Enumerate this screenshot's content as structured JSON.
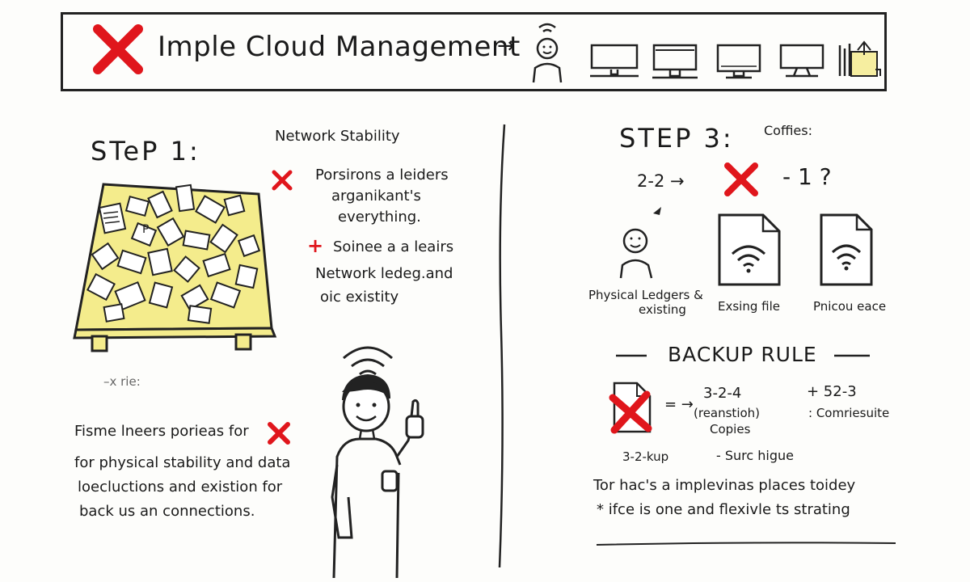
{
  "banner": {
    "title": "Imple Cloud Management",
    "arrow": "→"
  },
  "step1": {
    "heading": "STeP 1:",
    "stability_title": "Network Stability",
    "point1": [
      "Porsirons a leiders",
      "arganikant's",
      "everything."
    ],
    "point2_plus": "+",
    "point2": [
      "Soinee a a leairs",
      "Network ledeg.and",
      "oic existity"
    ],
    "small_note": "–x rie:",
    "bottom_lines": [
      "Fisme lneers porieas for",
      "for physical stability and data",
      "loecluctions and existion for",
      "back us an connections."
    ]
  },
  "step3": {
    "heading": "STEP 3:",
    "coffies": "Coffies:",
    "flow_left": "2-2 →",
    "flow_right": "- 1 ?",
    "label_person": [
      "Physical Ledgers &",
      "existing"
    ],
    "label_file1": "Exsing file",
    "label_file2": "Pnicou eace",
    "backup_title": "BACKUP RULE",
    "rule_arrow": "= →",
    "rule_mid": [
      "3-2-4",
      "(reanstioh)",
      "Copies"
    ],
    "rule_right": [
      "+ 52-3",
      ": Comriesuite"
    ],
    "sub_left": "3-2-kup",
    "sub_right": "- Surc higue",
    "bottom_lines": [
      "Tor hac's a implevinas places toidey",
      "* ifce is one and flexivle ts strating"
    ]
  },
  "colors": {
    "ink": "#1a1a1a",
    "red": "#e0161c",
    "table_yellow": "#f4ec8c",
    "note_yellow": "#f6eea0"
  }
}
